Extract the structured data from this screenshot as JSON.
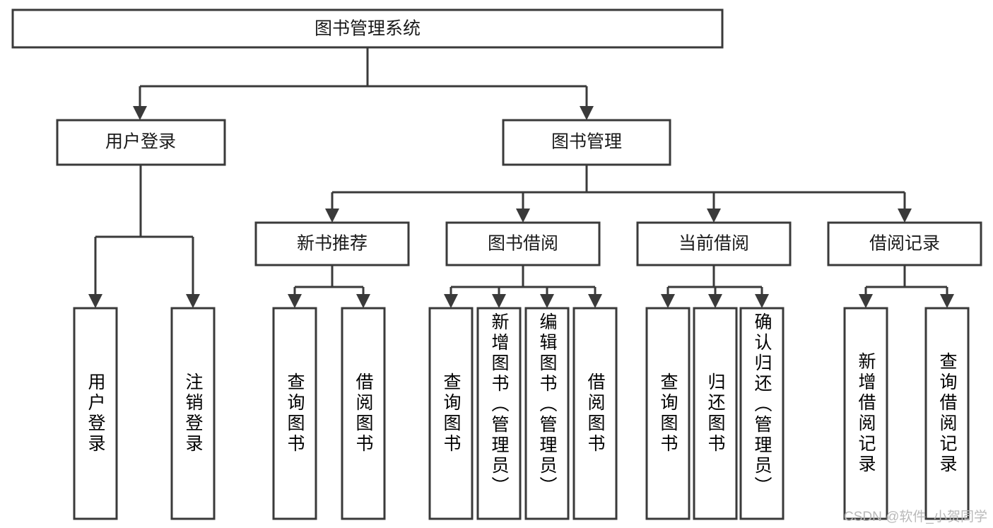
{
  "diagram": {
    "type": "tree-hierarchy",
    "title": "图书管理系统",
    "orientation": "top-down",
    "colors": {
      "stroke": "#3a3a3a",
      "fill": "#ffffff",
      "text": "#1a1a1a",
      "watermark": "#b9b9b9",
      "background": "#ffffff"
    },
    "levels": 4,
    "nodes": {
      "root": {
        "label": "图书管理系统"
      },
      "level2": [
        {
          "label": "用户登录"
        },
        {
          "label": "图书管理"
        }
      ],
      "level3": [
        {
          "label": "新书推荐"
        },
        {
          "label": "图书借阅"
        },
        {
          "label": "当前借阅"
        },
        {
          "label": "借阅记录"
        }
      ],
      "leaves": {
        "user_login": [
          {
            "label": "用户登录"
          },
          {
            "label": "注销登录"
          }
        ],
        "new_book": [
          {
            "label": "查询图书"
          },
          {
            "label": "借阅图书"
          }
        ],
        "book_borrow": [
          {
            "label": "查询图书"
          },
          {
            "label": "新增图书（管理员）"
          },
          {
            "label": "编辑图书（管理员）"
          },
          {
            "label": "借阅图书"
          }
        ],
        "current_borrow": [
          {
            "label": "查询图书"
          },
          {
            "label": "归还图书"
          },
          {
            "label": "确认归还（管理员）"
          }
        ],
        "borrow_record": [
          {
            "label": "新增借阅记录"
          },
          {
            "label": "查询借阅记录"
          }
        ]
      }
    },
    "edges": [
      {
        "from": "图书管理系统",
        "to": "用户登录"
      },
      {
        "from": "图书管理系统",
        "to": "图书管理"
      },
      {
        "from": "用户登录",
        "to": "用户登录"
      },
      {
        "from": "用户登录",
        "to": "注销登录"
      },
      {
        "from": "图书管理",
        "to": "新书推荐"
      },
      {
        "from": "图书管理",
        "to": "图书借阅"
      },
      {
        "from": "图书管理",
        "to": "当前借阅"
      },
      {
        "from": "图书管理",
        "to": "借阅记录"
      },
      {
        "from": "新书推荐",
        "to": "查询图书"
      },
      {
        "from": "新书推荐",
        "to": "借阅图书"
      },
      {
        "from": "图书借阅",
        "to": "查询图书"
      },
      {
        "from": "图书借阅",
        "to": "新增图书（管理员）"
      },
      {
        "from": "图书借阅",
        "to": "编辑图书（管理员）"
      },
      {
        "from": "图书借阅",
        "to": "借阅图书"
      },
      {
        "from": "当前借阅",
        "to": "查询图书"
      },
      {
        "from": "当前借阅",
        "to": "归还图书"
      },
      {
        "from": "当前借阅",
        "to": "确认归还（管理员）"
      },
      {
        "from": "借阅记录",
        "to": "新增借阅记录"
      },
      {
        "from": "借阅记录",
        "to": "查询借阅记录"
      }
    ]
  },
  "watermark": {
    "text": "CSDN @软件_小贺同学"
  }
}
